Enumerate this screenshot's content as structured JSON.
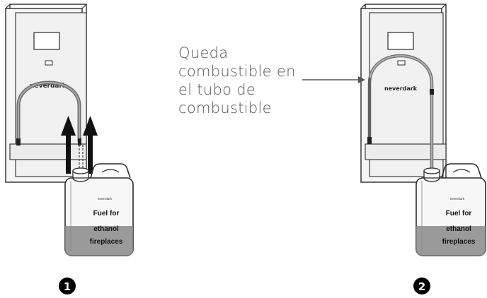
{
  "colors": {
    "outline": "#2b2b2b",
    "panel": "#f3f3f3",
    "hose": "#8a8a8a",
    "fuel": "#7d7d7d",
    "arrow": "#111111",
    "badge": "#000000",
    "annotation_text": "#555555"
  },
  "brand_logo": "neverdark",
  "annotation": {
    "lines": [
      "Queda",
      "combustible en",
      "el tubo de",
      "combustible"
    ]
  },
  "canister_label": {
    "lines": [
      "Fuel for",
      "ethanol",
      "fireplaces"
    ]
  },
  "steps": [
    {
      "number": "1"
    },
    {
      "number": "2"
    }
  ]
}
